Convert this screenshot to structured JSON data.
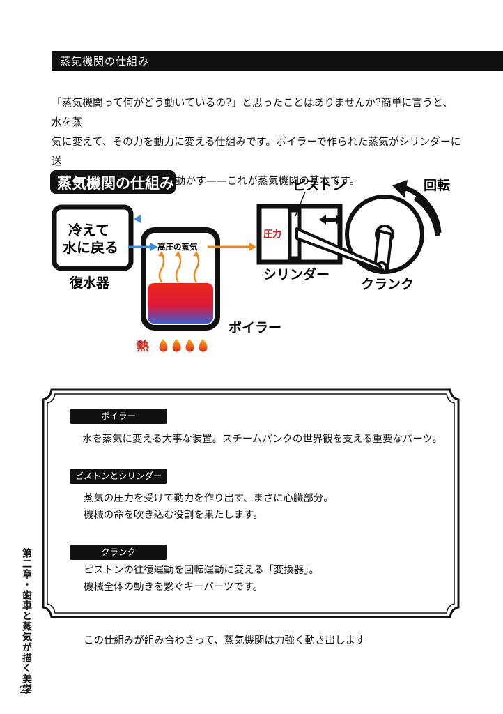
{
  "section": {
    "title": "蒸気機関の仕組み"
  },
  "intro": {
    "lines": [
      "「蒸気機関って何がどう動いているの?」と思ったことはありませんか?簡単に言うと、水を蒸",
      "気に変えて、その力を動力に変える仕組みです。ボイラーで作られた蒸気がシリンダーに送",
      "り込まれ、ピストンを押し動かす——これが蒸気機関の基本です。"
    ]
  },
  "diagram": {
    "title": "蒸気機関の仕組み",
    "condenser_text_line1": "冷えて",
    "condenser_text_line2": "水に戻る",
    "condenser_label": "復水器",
    "steam_label": "高圧の蒸気",
    "pressure_label": "圧力",
    "piston_label": "ピストン",
    "cylinder_label": "シリンダー",
    "crank_label": "クランク",
    "rotation_label": "回転",
    "boiler_label": "ボイラー",
    "heat_label": "熱",
    "colors": {
      "hot": "#e8281a",
      "cool": "#3a5fd0",
      "orange": "#e88a1e",
      "blue": "#3b8ee0"
    }
  },
  "details": [
    {
      "label": "ボイラー",
      "lines": [
        "水を蒸気に変える大事な装置。スチームパンクの世界観を支える重要なパーツ。"
      ]
    },
    {
      "label": "ピストンとシリンダー",
      "lines": [
        "蒸気の圧力を受けて動力を作り出す、まさに心臓部分。",
        "機械の命を吹き込む役割を果たします。"
      ]
    },
    {
      "label": "クランク",
      "lines": [
        "ピストンの往復運動を回転運動に変える「変換器」。",
        "機械全体の動きを繋ぐキーパーツです。"
      ]
    }
  ],
  "closing": "この仕組みが組み合わさって、蒸気機関は力強く動き出します",
  "sidebar": {
    "chapter_title": "第二章・歯車と蒸気が描く美学",
    "page_number": "22"
  }
}
